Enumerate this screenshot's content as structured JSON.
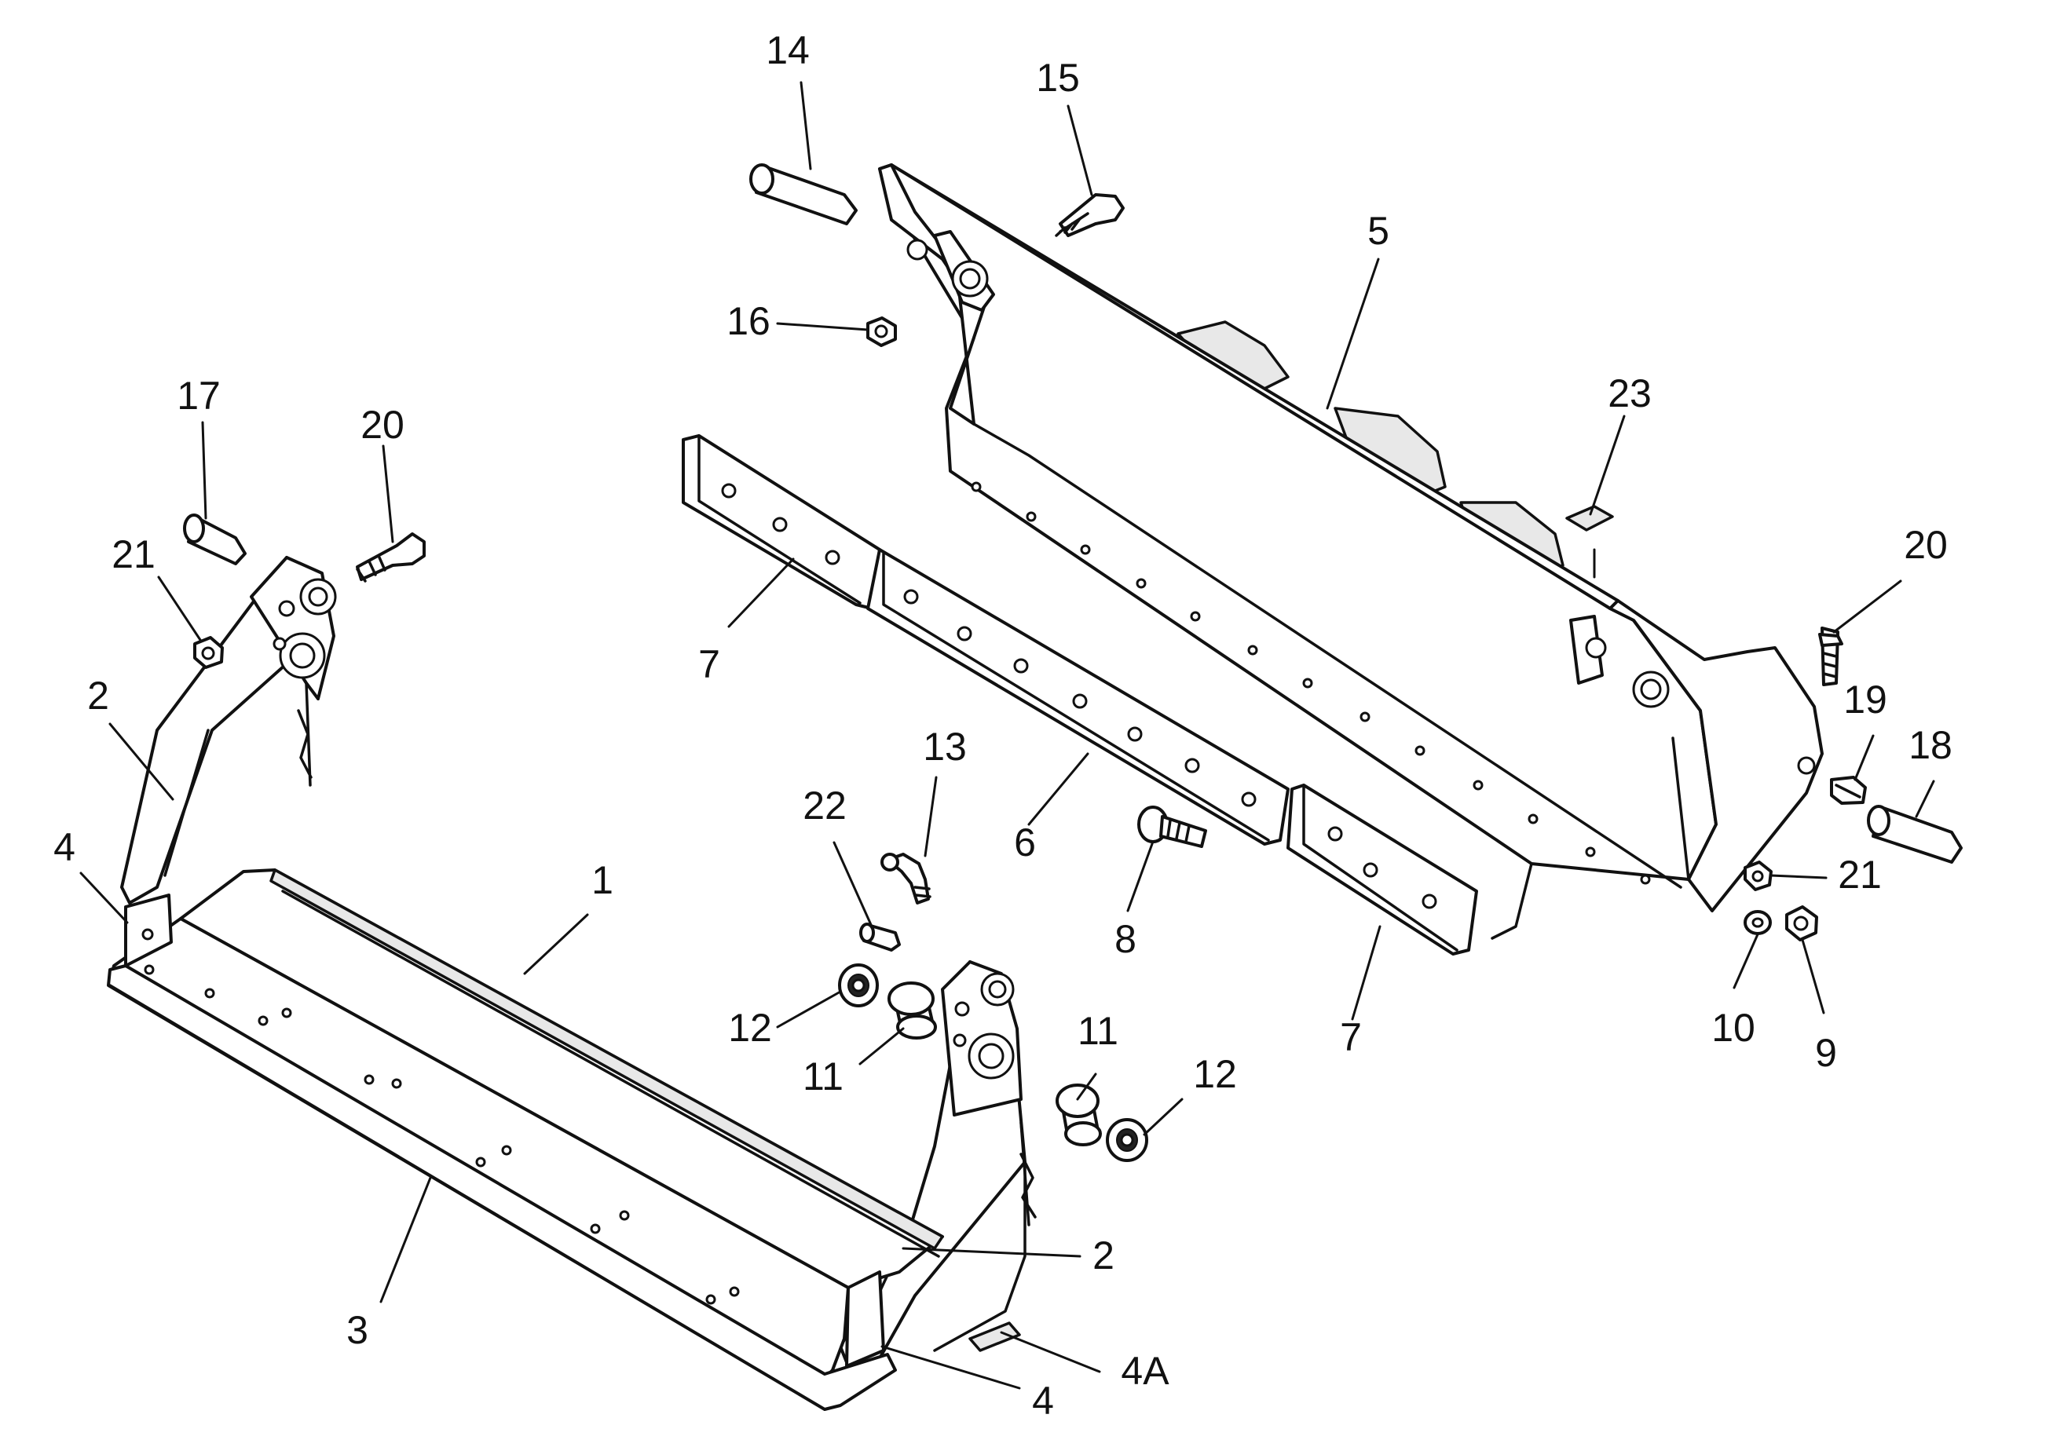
{
  "callouts": [
    {
      "id": "c14",
      "label": "14"
    },
    {
      "id": "c15",
      "label": "15"
    },
    {
      "id": "c5",
      "label": "5"
    },
    {
      "id": "c16",
      "label": "16"
    },
    {
      "id": "c17",
      "label": "17"
    },
    {
      "id": "c20a",
      "label": "20"
    },
    {
      "id": "c21a",
      "label": "21"
    },
    {
      "id": "c23",
      "label": "23"
    },
    {
      "id": "c20b",
      "label": "20"
    },
    {
      "id": "c2a",
      "label": "2"
    },
    {
      "id": "c7a",
      "label": "7"
    },
    {
      "id": "c19",
      "label": "19"
    },
    {
      "id": "c18",
      "label": "18"
    },
    {
      "id": "c13",
      "label": "13"
    },
    {
      "id": "c4a",
      "label": "4"
    },
    {
      "id": "c22",
      "label": "22"
    },
    {
      "id": "c6",
      "label": "6"
    },
    {
      "id": "c21b",
      "label": "21"
    },
    {
      "id": "c1",
      "label": "1"
    },
    {
      "id": "c8",
      "label": "8"
    },
    {
      "id": "c12a",
      "label": "12"
    },
    {
      "id": "c10",
      "label": "10"
    },
    {
      "id": "c7b",
      "label": "7"
    },
    {
      "id": "c9",
      "label": "9"
    },
    {
      "id": "c11a",
      "label": "11"
    },
    {
      "id": "c11b",
      "label": "11"
    },
    {
      "id": "c12b",
      "label": "12"
    },
    {
      "id": "c2b",
      "label": "2"
    },
    {
      "id": "c3",
      "label": "3"
    },
    {
      "id": "c4A",
      "label": "4A"
    },
    {
      "id": "c4b",
      "label": "4"
    }
  ]
}
